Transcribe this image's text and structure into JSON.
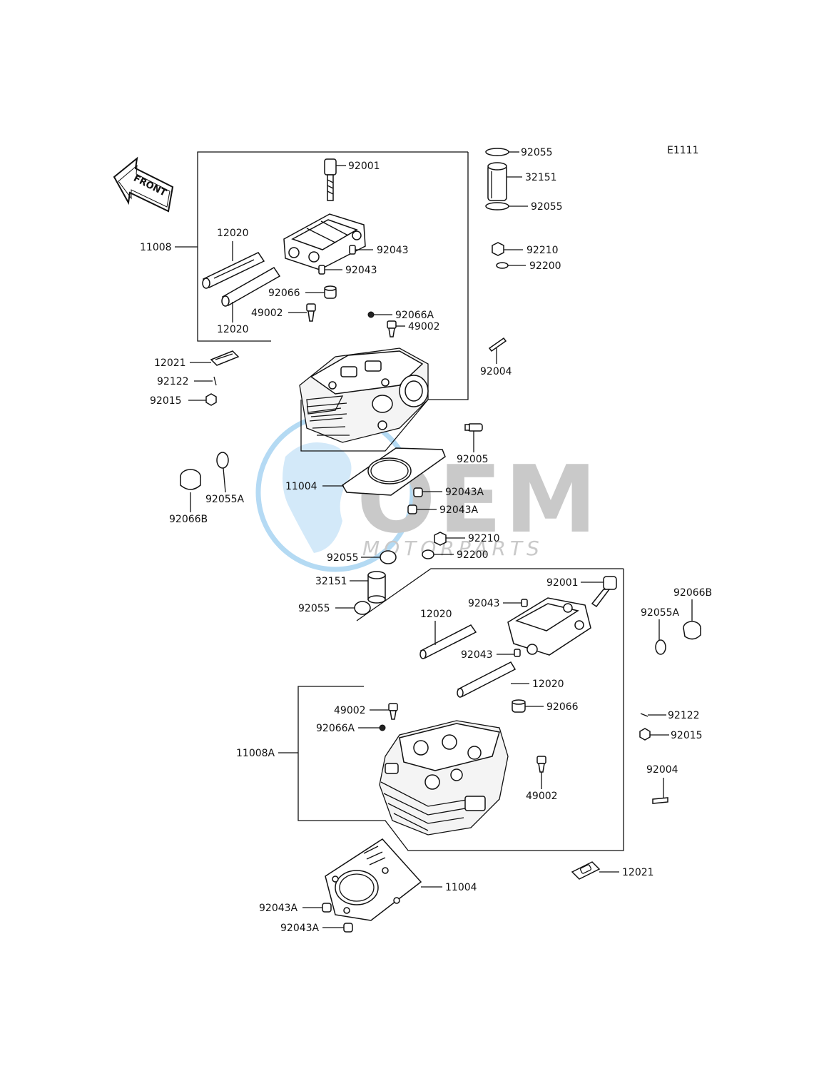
{
  "diagram": {
    "code": "E1111",
    "front_label": "FRONT",
    "watermark": {
      "brand": "OEM",
      "sub": "MOTORPARTS",
      "color": "#5aaee6"
    }
  },
  "labels": [
    {
      "id": "l1",
      "text": "92055"
    },
    {
      "id": "l2",
      "text": "92001"
    },
    {
      "id": "l3",
      "text": "32151"
    },
    {
      "id": "l4",
      "text": "92055"
    },
    {
      "id": "l5",
      "text": "11008"
    },
    {
      "id": "l6",
      "text": "12020"
    },
    {
      "id": "l7",
      "text": "92210"
    },
    {
      "id": "l8",
      "text": "92043"
    },
    {
      "id": "l9",
      "text": "92200"
    },
    {
      "id": "l10",
      "text": "92043"
    },
    {
      "id": "l11",
      "text": "92066"
    },
    {
      "id": "l12",
      "text": "49002"
    },
    {
      "id": "l13",
      "text": "92066A"
    },
    {
      "id": "l14",
      "text": "12020"
    },
    {
      "id": "l15",
      "text": "49002"
    },
    {
      "id": "l16",
      "text": "12021"
    },
    {
      "id": "l17",
      "text": "92004"
    },
    {
      "id": "l18",
      "text": "92122"
    },
    {
      "id": "l19",
      "text": "92015"
    },
    {
      "id": "l20",
      "text": "92005"
    },
    {
      "id": "l21",
      "text": "11004"
    },
    {
      "id": "l22",
      "text": "92043A"
    },
    {
      "id": "l23",
      "text": "92055A"
    },
    {
      "id": "l24",
      "text": "92043A"
    },
    {
      "id": "l25",
      "text": "92066B"
    },
    {
      "id": "l26",
      "text": "92210"
    },
    {
      "id": "l27",
      "text": "92055"
    },
    {
      "id": "l28",
      "text": "92200"
    },
    {
      "id": "l29",
      "text": "32151"
    },
    {
      "id": "l30",
      "text": "92001"
    },
    {
      "id": "l31",
      "text": "92043"
    },
    {
      "id": "l32",
      "text": "92066B"
    },
    {
      "id": "l33",
      "text": "92055"
    },
    {
      "id": "l34",
      "text": "12020"
    },
    {
      "id": "l35",
      "text": "92055A"
    },
    {
      "id": "l36",
      "text": "92043"
    },
    {
      "id": "l37",
      "text": "12020"
    },
    {
      "id": "l38",
      "text": "49002"
    },
    {
      "id": "l39",
      "text": "92066"
    },
    {
      "id": "l40",
      "text": "92122"
    },
    {
      "id": "l41",
      "text": "92066A"
    },
    {
      "id": "l42",
      "text": "92015"
    },
    {
      "id": "l43",
      "text": "11008A"
    },
    {
      "id": "l44",
      "text": "92004"
    },
    {
      "id": "l45",
      "text": "49002"
    },
    {
      "id": "l46",
      "text": "12021"
    },
    {
      "id": "l47",
      "text": "11004"
    },
    {
      "id": "l48",
      "text": "92043A"
    },
    {
      "id": "l49",
      "text": "92043A"
    }
  ]
}
